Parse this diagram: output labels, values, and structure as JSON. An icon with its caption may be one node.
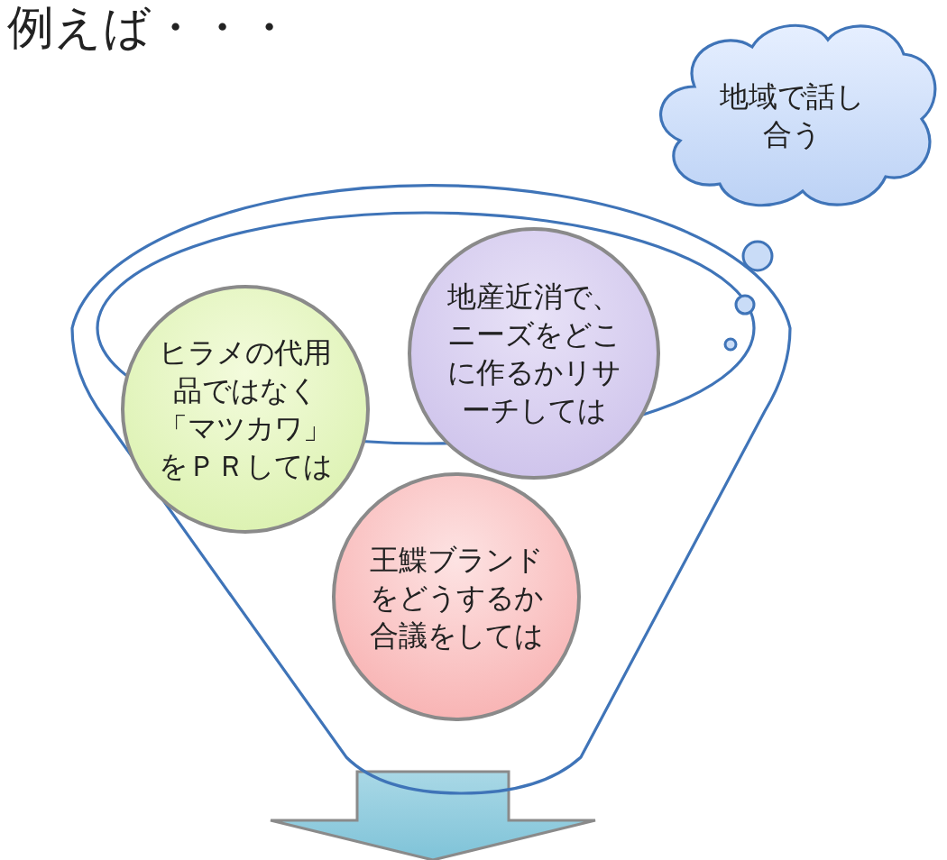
{
  "diagram": {
    "title": "例えば・・・",
    "nodes": [
      {
        "text": [
          "地域で話し合う"
        ]
      },
      {
        "text": [
          "地産近消で、ニーズをどこに作るかリサーチしては"
        ]
      },
      {
        "text": [
          "ヒラメの代用品ではなく「マツカワ」をＰＲしては"
        ]
      },
      {
        "text": [
          "王鰈ブランドをどうするか合議をしては"
        ]
      }
    ]
  }
}
